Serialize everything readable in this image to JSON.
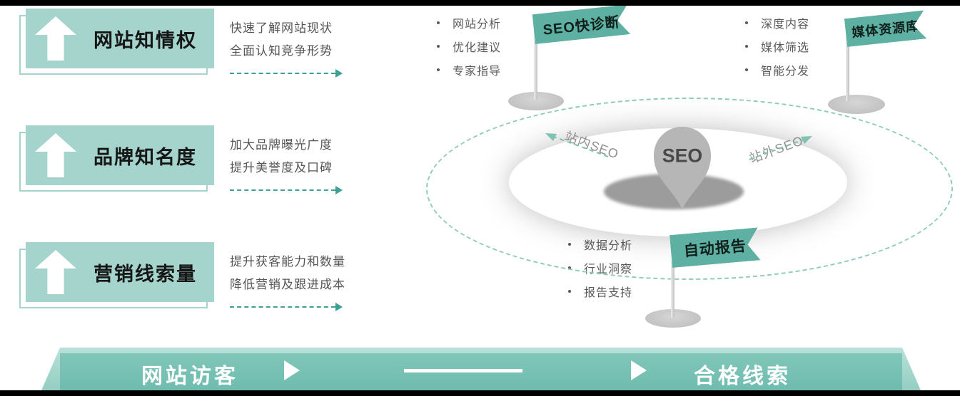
{
  "left_panel": {
    "items": [
      {
        "title": "网站知情权",
        "line1": "快速了解网站现状",
        "line2": "全面认知竞争形势"
      },
      {
        "title": "品牌知名度",
        "line1": "加大品牌曝光广度",
        "line2": "提升美誉度及口碑"
      },
      {
        "title": "营销线索量",
        "line1": "提升获客能力和数量",
        "line2": "降低营销及跟进成本"
      }
    ]
  },
  "flags": {
    "seo_quick_check": {
      "label": "SEO快诊断",
      "bullets": [
        "网站分析",
        "优化建议",
        "专家指导"
      ]
    },
    "media_library": {
      "label": "媒体资源库",
      "bullets": [
        "深度内容",
        "媒体筛选",
        "智能分发"
      ]
    },
    "auto_report": {
      "label": "自动报告",
      "bullets": [
        "数据分析",
        "行业洞察",
        "报告支持"
      ]
    }
  },
  "center": {
    "pin_label": "SEO",
    "onsite_label": "站内SEO",
    "offsite_label": "站外SEO"
  },
  "banner": {
    "left_label": "网站访客",
    "right_label": "合格线索"
  },
  "colors": {
    "box_teal": "#a4d4cb",
    "flag_teal": "#5eb0a2",
    "banner_teal": "#74bfb2",
    "banner_edge_teal": "#b9e1d9",
    "dash_teal": "#3ea092",
    "text_gray": "#565656",
    "pin_gray": "#b6b6b6"
  }
}
